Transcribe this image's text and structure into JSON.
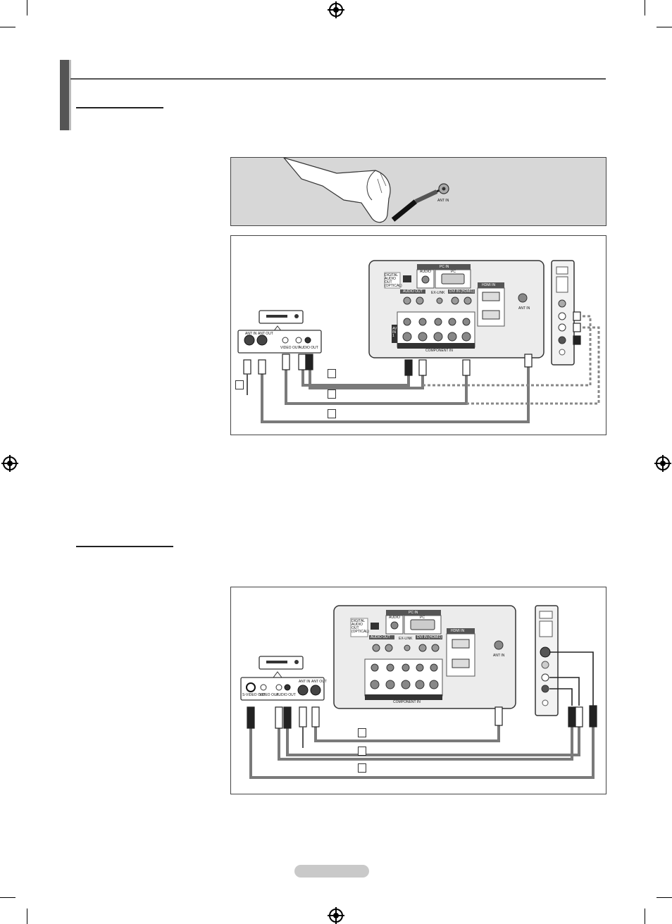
{
  "banner": {
    "ant_in_label": "ANT IN"
  },
  "figure1": {
    "panel_labels": {
      "pc_in": "PC IN",
      "audio": "AUDIO",
      "pc": "PC",
      "digital_audio_out": "DIGITAL AUDIO OUT (OPTICAL)",
      "audio_out": "AUDIO OUT",
      "ex_link": "EX-LINK",
      "dvi_in": "DVI IN (HDMI1)",
      "hdmi_in": "HDMI IN",
      "component_in": "COMPONENT IN",
      "ant_in": "ANT IN",
      "av_in": "AV IN 1"
    },
    "device_labels": {
      "ant_in": "ANT IN",
      "ant_out": "ANT OUT",
      "video": "VIDEO OUT",
      "audio": "AUDIO OUT"
    }
  },
  "figure2": {
    "panel_labels": {
      "pc_in": "PC IN",
      "audio": "AUDIO",
      "pc": "PC",
      "digital_audio_out": "DIGITAL AUDIO OUT (OPTICAL)",
      "audio_out": "AUDIO OUT",
      "ex_link": "EX-LINK",
      "dvi_in": "DVI IN (HDMI1)",
      "hdmi_in": "HDMI IN",
      "component_in": "COMPONENT IN",
      "ant_in": "ANT IN"
    },
    "device_labels": {
      "svideo": "S-VIDEO OUT",
      "video": "VIDEO OUT",
      "audio": "AUDIO OUT",
      "ant_in": "ANT IN",
      "ant_out": "ANT OUT"
    }
  },
  "colors": {
    "cable": "#7a7a7a",
    "banner_bg": "#d7d7d7",
    "header_bar": "#555555",
    "page_pill": "#c9c9c9"
  }
}
